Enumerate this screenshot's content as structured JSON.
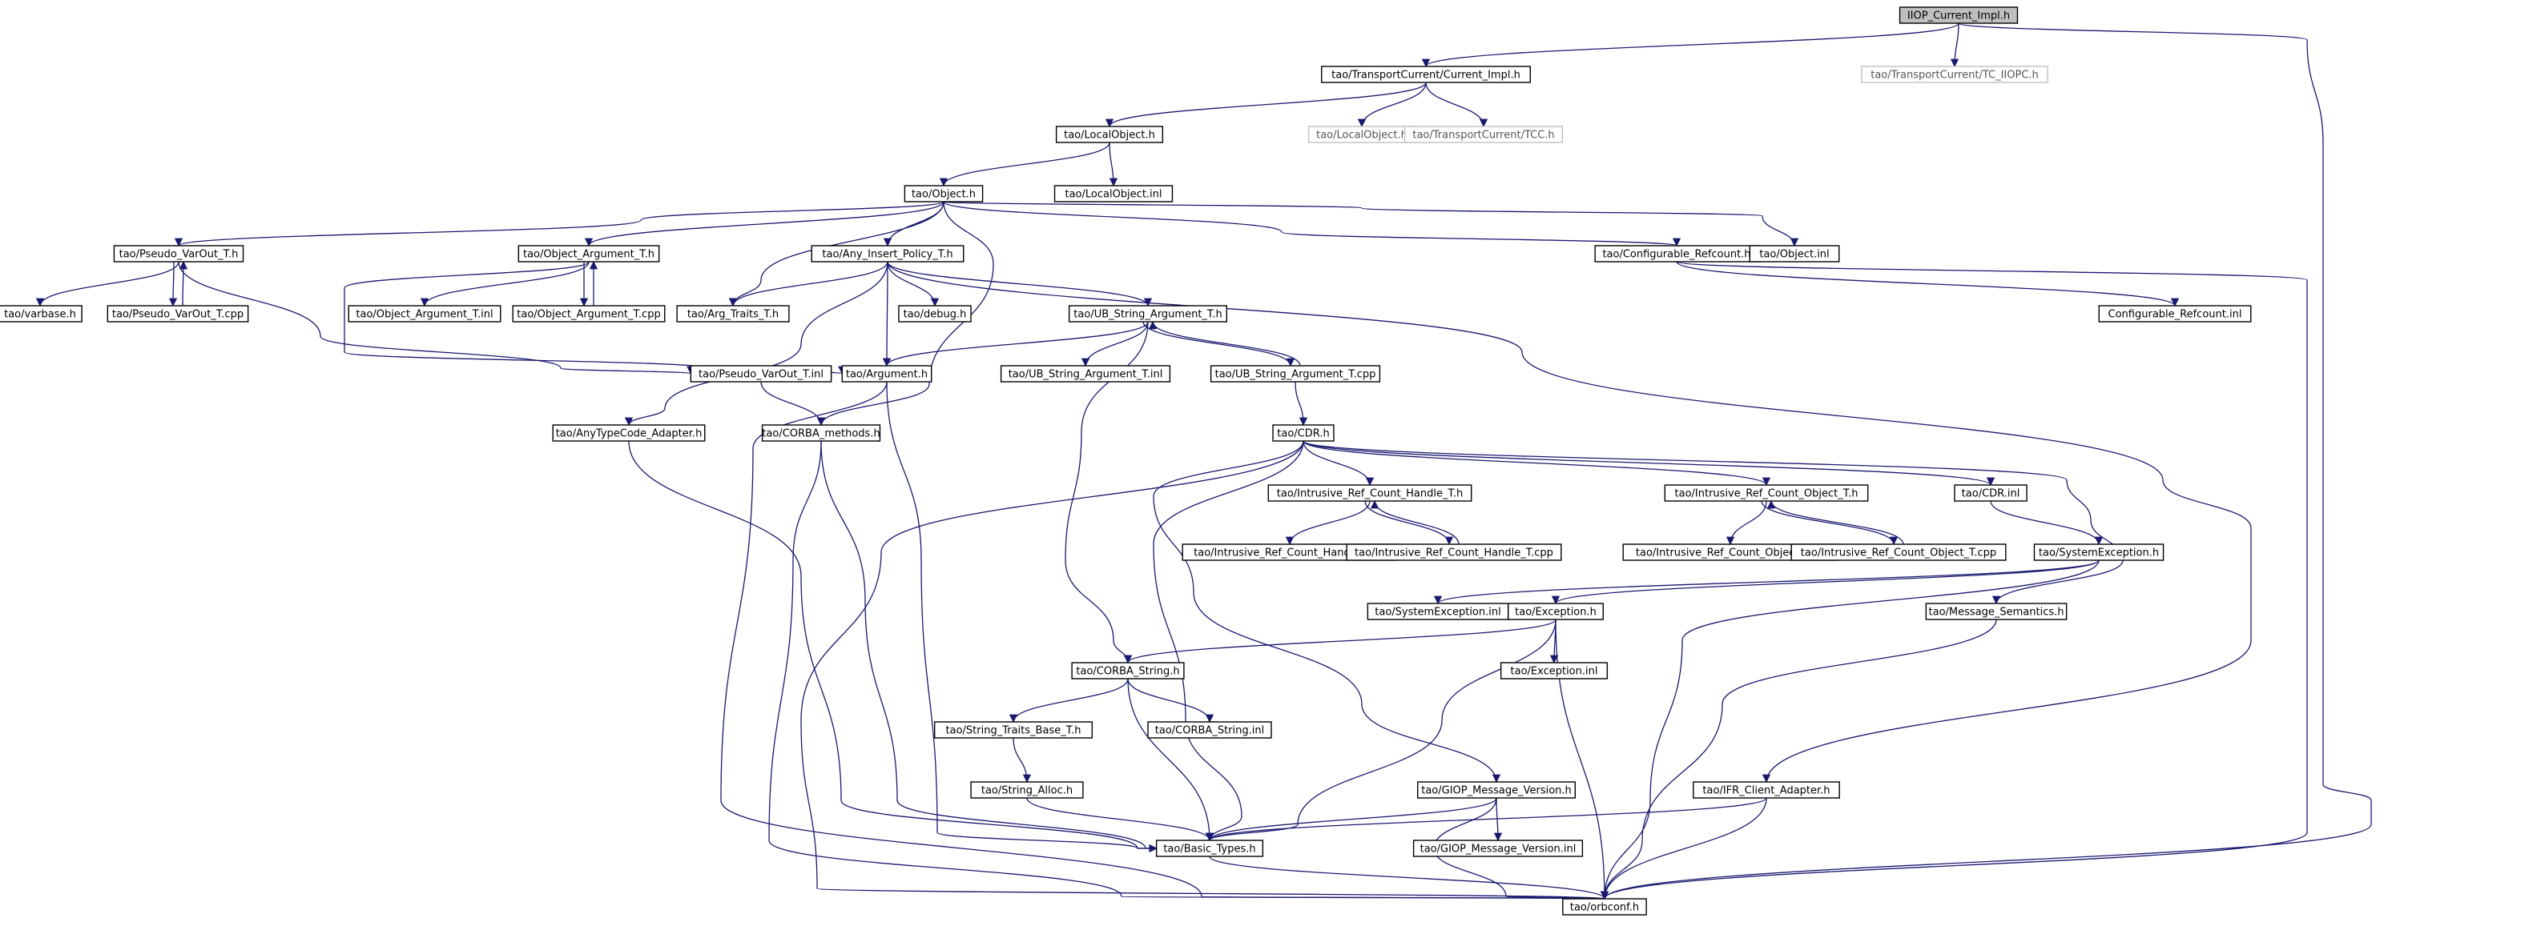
{
  "graph": {
    "edge_color": "#191970",
    "root_fill": "#bfbfbf",
    "missing_node_border": "#bfbfbf",
    "nodes": [
      {
        "id": "iiop_impl",
        "label": "IIOP_Current_Impl.h",
        "style": "root"
      },
      {
        "id": "tc_impl",
        "label": "tao/TransportCurrent/Current_Impl.h"
      },
      {
        "id": "tc_iiopc",
        "label": "tao/TransportCurrent/TC_IIOPC.h",
        "style": "missing"
      },
      {
        "id": "localobj",
        "label": "tao/LocalObject.h"
      },
      {
        "id": "localobj_missing",
        "label": "tao/LocalObject.h",
        "style": "missing"
      },
      {
        "id": "tcc",
        "label": "tao/TransportCurrent/TCC.h",
        "style": "missing"
      },
      {
        "id": "object_h",
        "label": "tao/Object.h"
      },
      {
        "id": "localobj_inl",
        "label": "tao/LocalObject.inl"
      },
      {
        "id": "pseudo_varout",
        "label": "tao/Pseudo_VarOut_T.h"
      },
      {
        "id": "obj_arg",
        "label": "tao/Object_Argument_T.h"
      },
      {
        "id": "any_insert",
        "label": "tao/Any_Insert_Policy_T.h"
      },
      {
        "id": "conf_refcount",
        "label": "tao/Configurable_Refcount.h"
      },
      {
        "id": "object_inl",
        "label": "tao/Object.inl"
      },
      {
        "id": "varbase",
        "label": "tao/varbase.h"
      },
      {
        "id": "pseudo_varout_cpp",
        "label": "tao/Pseudo_VarOut_T.cpp"
      },
      {
        "id": "obj_arg_inl",
        "label": "tao/Object_Argument_T.inl"
      },
      {
        "id": "obj_arg_cpp",
        "label": "tao/Object_Argument_T.cpp"
      },
      {
        "id": "arg_traits",
        "label": "tao/Arg_Traits_T.h"
      },
      {
        "id": "debug",
        "label": "tao/debug.h"
      },
      {
        "id": "ub_string",
        "label": "tao/UB_String_Argument_T.h"
      },
      {
        "id": "conf_refcount_inl",
        "label": "Configurable_Refcount.inl"
      },
      {
        "id": "pseudo_varout_inl",
        "label": "tao/Pseudo_VarOut_T.inl"
      },
      {
        "id": "argument",
        "label": "tao/Argument.h"
      },
      {
        "id": "ub_string_inl",
        "label": "tao/UB_String_Argument_T.inl"
      },
      {
        "id": "ub_string_cpp",
        "label": "tao/UB_String_Argument_T.cpp"
      },
      {
        "id": "anytypecode",
        "label": "tao/AnyTypeCode_Adapter.h"
      },
      {
        "id": "corba_methods",
        "label": "tao/CORBA_methods.h"
      },
      {
        "id": "cdr",
        "label": "tao/CDR.h"
      },
      {
        "id": "irc_handle",
        "label": "tao/Intrusive_Ref_Count_Handle_T.h"
      },
      {
        "id": "irc_object",
        "label": "tao/Intrusive_Ref_Count_Object_T.h"
      },
      {
        "id": "cdr_inl",
        "label": "tao/CDR.inl"
      },
      {
        "id": "irc_handle_inl",
        "label": "tao/Intrusive_Ref_Count_Handle_T.inl"
      },
      {
        "id": "irc_handle_cpp",
        "label": "tao/Intrusive_Ref_Count_Handle_T.cpp"
      },
      {
        "id": "irc_object_inl",
        "label": "tao/Intrusive_Ref_Count_Object_T.inl"
      },
      {
        "id": "irc_object_cpp",
        "label": "tao/Intrusive_Ref_Count_Object_T.cpp"
      },
      {
        "id": "sysexc",
        "label": "tao/SystemException.h"
      },
      {
        "id": "sysexc_inl",
        "label": "tao/SystemException.inl"
      },
      {
        "id": "exception",
        "label": "tao/Exception.h"
      },
      {
        "id": "msg_sem",
        "label": "tao/Message_Semantics.h"
      },
      {
        "id": "corba_string",
        "label": "tao/CORBA_String.h"
      },
      {
        "id": "exception_inl",
        "label": "tao/Exception.inl"
      },
      {
        "id": "str_traits",
        "label": "tao/String_Traits_Base_T.h"
      },
      {
        "id": "corba_string_inl",
        "label": "tao/CORBA_String.inl"
      },
      {
        "id": "str_alloc",
        "label": "tao/String_Alloc.h"
      },
      {
        "id": "giop_ver",
        "label": "tao/GIOP_Message_Version.h"
      },
      {
        "id": "ifr_client",
        "label": "tao/IFR_Client_Adapter.h"
      },
      {
        "id": "basic_types",
        "label": "tao/Basic_Types.h"
      },
      {
        "id": "giop_ver_inl",
        "label": "tao/GIOP_Message_Version.inl"
      },
      {
        "id": "orbconf",
        "label": "tao/orbconf.h"
      }
    ],
    "edges": [
      [
        "iiop_impl",
        "tc_impl"
      ],
      [
        "iiop_impl",
        "tc_iiopc"
      ],
      [
        "iiop_impl",
        "orbconf"
      ],
      [
        "tc_impl",
        "localobj"
      ],
      [
        "tc_impl",
        "localobj_missing"
      ],
      [
        "tc_impl",
        "tcc"
      ],
      [
        "localobj",
        "object_h"
      ],
      [
        "localobj",
        "localobj_inl"
      ],
      [
        "object_h",
        "pseudo_varout"
      ],
      [
        "object_h",
        "obj_arg"
      ],
      [
        "object_h",
        "any_insert"
      ],
      [
        "object_h",
        "arg_traits"
      ],
      [
        "object_h",
        "corba_methods"
      ],
      [
        "object_h",
        "conf_refcount"
      ],
      [
        "object_h",
        "object_inl"
      ],
      [
        "pseudo_varout",
        "varbase"
      ],
      [
        "pseudo_varout",
        "pseudo_varout_cpp"
      ],
      [
        "pseudo_varout",
        "pseudo_varout_inl"
      ],
      [
        "pseudo_varout_cpp",
        "pseudo_varout"
      ],
      [
        "obj_arg",
        "argument"
      ],
      [
        "obj_arg",
        "obj_arg_inl"
      ],
      [
        "obj_arg",
        "obj_arg_cpp"
      ],
      [
        "obj_arg_cpp",
        "obj_arg"
      ],
      [
        "any_insert",
        "arg_traits"
      ],
      [
        "any_insert",
        "debug"
      ],
      [
        "any_insert",
        "ub_string"
      ],
      [
        "any_insert",
        "argument"
      ],
      [
        "any_insert",
        "anytypecode"
      ],
      [
        "any_insert",
        "ifr_client"
      ],
      [
        "conf_refcount",
        "conf_refcount_inl"
      ],
      [
        "conf_refcount",
        "orbconf"
      ],
      [
        "ub_string",
        "argument"
      ],
      [
        "ub_string",
        "ub_string_inl"
      ],
      [
        "ub_string",
        "ub_string_cpp"
      ],
      [
        "ub_string",
        "corba_string"
      ],
      [
        "ub_string_cpp",
        "ub_string"
      ],
      [
        "ub_string_cpp",
        "cdr"
      ],
      [
        "pseudo_varout_inl",
        "corba_methods"
      ],
      [
        "argument",
        "basic_types"
      ],
      [
        "argument",
        "orbconf"
      ],
      [
        "anytypecode",
        "basic_types"
      ],
      [
        "corba_methods",
        "basic_types"
      ],
      [
        "corba_methods",
        "orbconf"
      ],
      [
        "cdr",
        "irc_handle"
      ],
      [
        "cdr",
        "irc_object"
      ],
      [
        "cdr",
        "cdr_inl"
      ],
      [
        "cdr",
        "msg_sem"
      ],
      [
        "cdr",
        "giop_ver"
      ],
      [
        "cdr",
        "basic_types"
      ],
      [
        "cdr",
        "orbconf"
      ],
      [
        "irc_handle",
        "irc_handle_inl"
      ],
      [
        "irc_handle",
        "irc_handle_cpp"
      ],
      [
        "irc_handle_cpp",
        "irc_handle"
      ],
      [
        "irc_object",
        "irc_object_inl"
      ],
      [
        "irc_object",
        "irc_object_cpp"
      ],
      [
        "irc_object_cpp",
        "irc_object"
      ],
      [
        "cdr_inl",
        "sysexc"
      ],
      [
        "sysexc",
        "sysexc_inl"
      ],
      [
        "sysexc",
        "exception"
      ],
      [
        "sysexc",
        "orbconf"
      ],
      [
        "exception",
        "corba_string"
      ],
      [
        "exception",
        "exception_inl"
      ],
      [
        "exception",
        "basic_types"
      ],
      [
        "exception",
        "orbconf"
      ],
      [
        "msg_sem",
        "orbconf"
      ],
      [
        "corba_string",
        "str_traits"
      ],
      [
        "corba_string",
        "corba_string_inl"
      ],
      [
        "corba_string",
        "basic_types"
      ],
      [
        "str_traits",
        "str_alloc"
      ],
      [
        "str_alloc",
        "basic_types"
      ],
      [
        "giop_ver",
        "giop_ver_inl"
      ],
      [
        "giop_ver",
        "basic_types"
      ],
      [
        "giop_ver",
        "orbconf"
      ],
      [
        "ifr_client",
        "basic_types"
      ],
      [
        "ifr_client",
        "orbconf"
      ],
      [
        "basic_types",
        "orbconf"
      ]
    ]
  }
}
